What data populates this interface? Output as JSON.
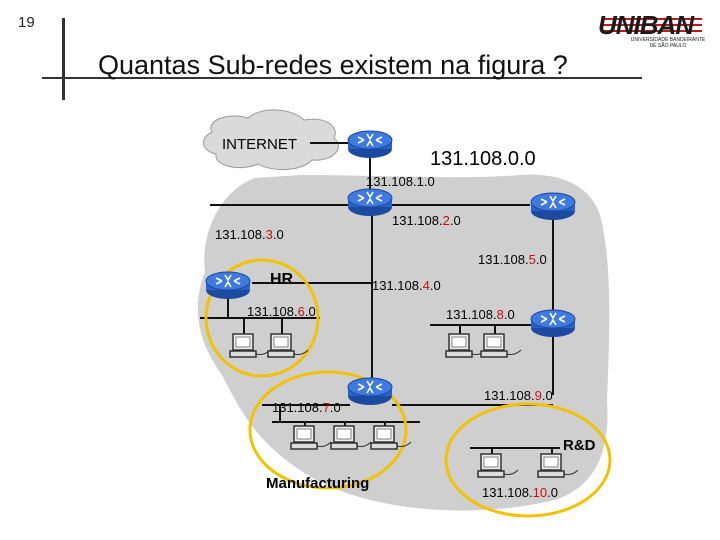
{
  "slide": {
    "number": "19",
    "title": "Quantas Sub-redes existem na figura ?"
  },
  "logo": {
    "name": "UNIBAN",
    "tagline": "UNIVERSIDADE BANDEIRANTE DE SÃO PAULO"
  },
  "labels": {
    "internet": "INTERNET",
    "network": "131.108.0.0",
    "subnet1": "131.108.1.0",
    "subnet2": {
      "prefix": "131.108.",
      "octet": "2",
      "suffix": ".0"
    },
    "subnet3": {
      "prefix": "131.108.",
      "octet": "3",
      "suffix": ".0"
    },
    "subnet4": {
      "prefix": "131.108.",
      "octet": "4",
      "suffix": ".0"
    },
    "subnet5": {
      "prefix": "131.108.",
      "octet": "5",
      "suffix": ".0"
    },
    "subnet6": {
      "prefix": "131.108.",
      "octet": "6",
      "suffix": ".0"
    },
    "subnet7": {
      "prefix": "131.108.",
      "octet": "7",
      "suffix": ".0"
    },
    "subnet8": {
      "prefix": "131.108.",
      "octet": "8",
      "suffix": ".0"
    },
    "subnet9": {
      "prefix": "131.108.",
      "octet": "9",
      "suffix": ".0"
    },
    "subnet10": {
      "prefix": "131.108.",
      "octet": "10",
      "suffix": ".0"
    },
    "hr": "HR",
    "manufacturing": "Manufacturing",
    "rd": "R&D"
  },
  "colors": {
    "cloud": "#d8d8d8",
    "backdrop": "#cfcfcf",
    "router": "#2b62c8",
    "line": "#111111",
    "ring": "#f2c200",
    "highlight": "#c81010"
  }
}
